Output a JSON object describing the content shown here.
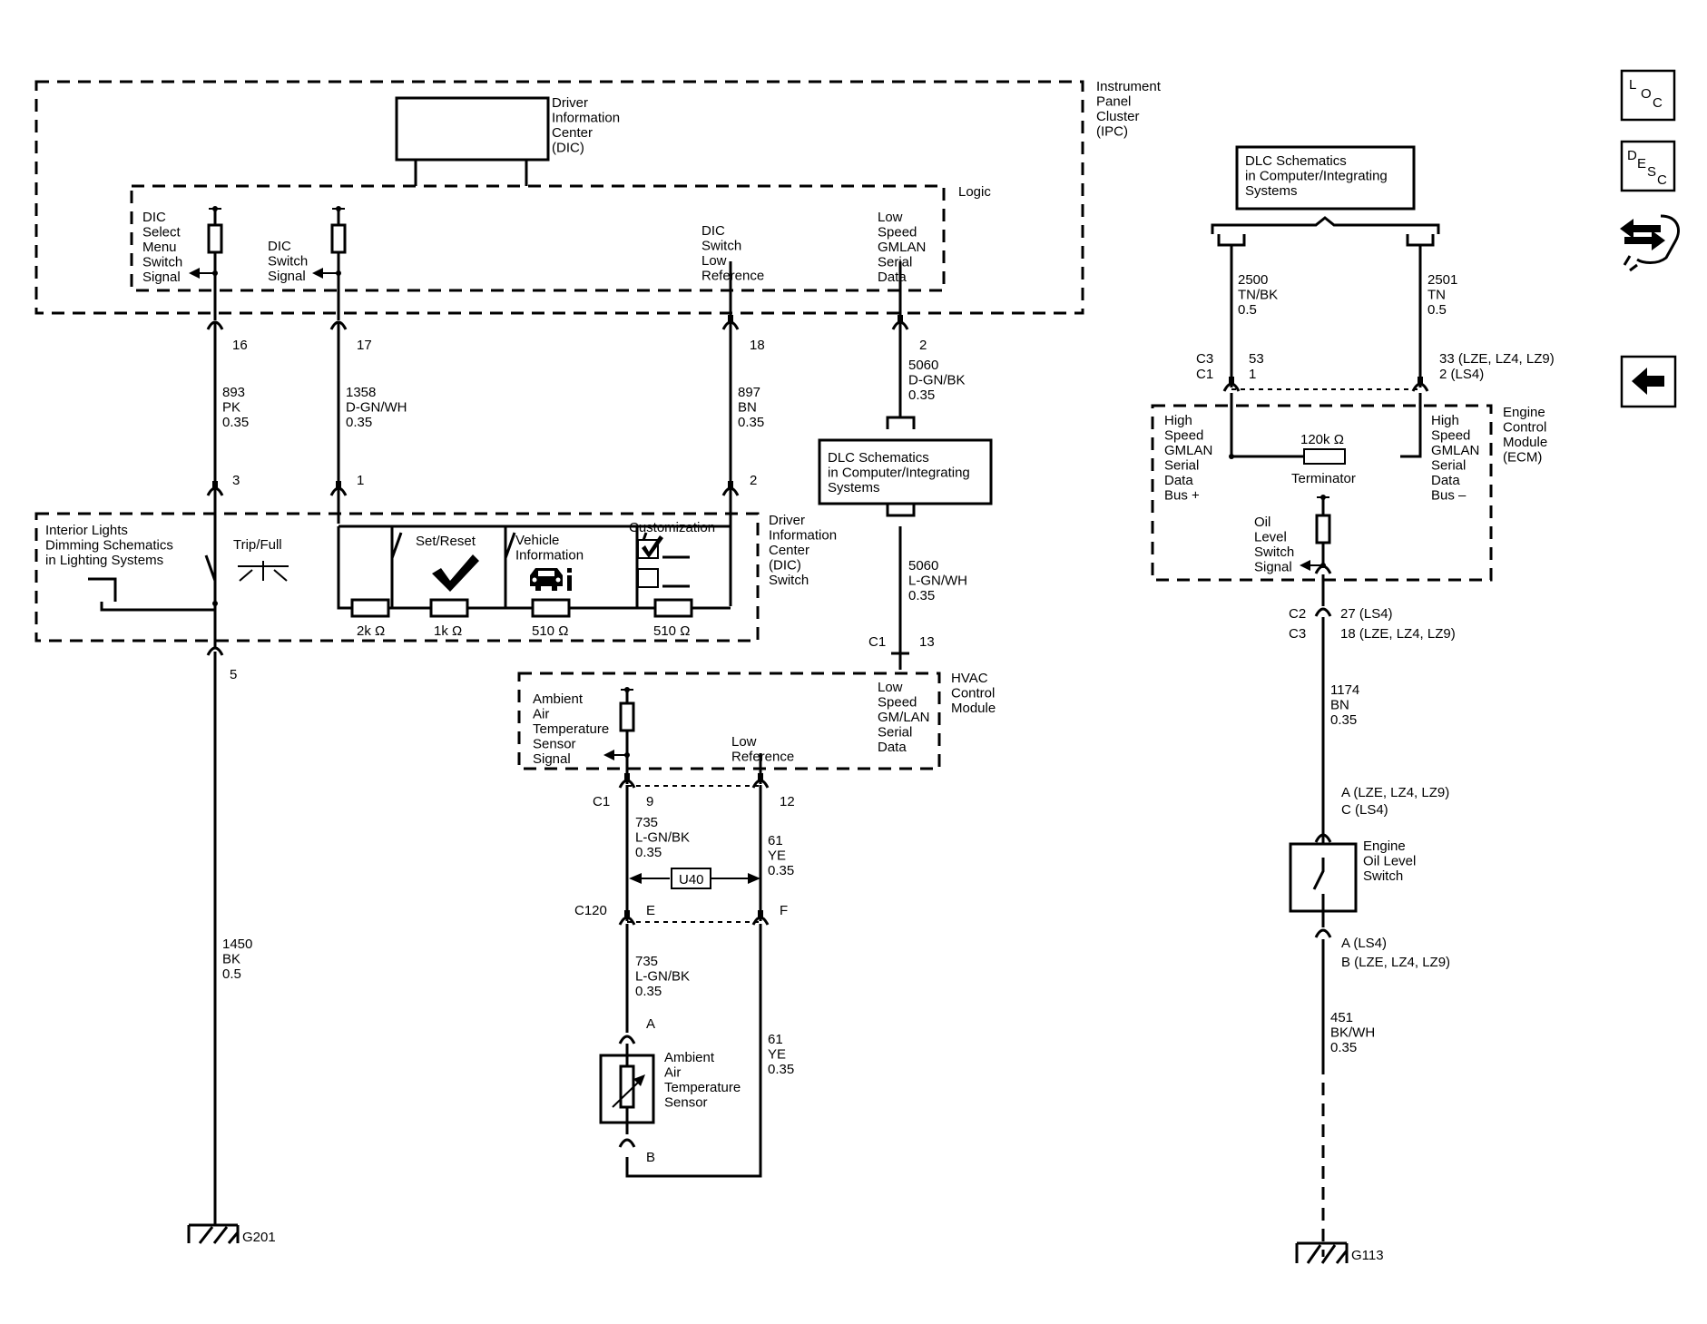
{
  "modules": {
    "ipc": [
      "Instrument",
      "Panel",
      "Cluster",
      "(IPC)"
    ],
    "dic": [
      "Driver",
      "Information",
      "Center",
      "(DIC)"
    ],
    "logic": "Logic",
    "dic_switch": [
      "Driver",
      "Information",
      "Center",
      "(DIC)",
      "Switch"
    ],
    "hvac": [
      "HVAC",
      "Control",
      "Module"
    ],
    "ecm": [
      "Engine",
      "Control",
      "Module",
      "(ECM)"
    ]
  },
  "signals": {
    "dic_select": [
      "DIC",
      "Select",
      "Menu",
      "Switch",
      "Signal"
    ],
    "dic_switch_signal": [
      "DIC",
      "Switch",
      "Signal"
    ],
    "dic_low_ref": [
      "DIC",
      "Switch",
      "Low",
      "Reference"
    ],
    "ipc_gmlan": [
      "Low",
      "Speed",
      "GMLAN",
      "Serial",
      "Data"
    ],
    "ambient_signal": [
      "Ambient",
      "Air",
      "Temperature",
      "Sensor",
      "Signal"
    ],
    "hvac_low_ref": [
      "Low",
      "Reference"
    ],
    "hvac_gmlan": [
      "Low",
      "Speed",
      "GM/LAN",
      "Serial",
      "Data"
    ],
    "hs_plus": [
      "High",
      "Speed",
      "GMLAN",
      "Serial",
      "Data",
      "Bus +"
    ],
    "hs_minus": [
      "High",
      "Speed",
      "GMLAN",
      "Serial",
      "Data",
      "Bus –"
    ],
    "oil_signal": [
      "Oil",
      "Level",
      "Switch",
      "Signal"
    ]
  },
  "references": {
    "dlc_center": [
      "DLC Schematics",
      "in Computer/Integrating",
      "Systems"
    ],
    "dlc_right": [
      "DLC Schematics",
      "in Computer/Integrating",
      "Systems"
    ],
    "interior": [
      "Interior Lights",
      "Dimming Schematics",
      "in Lighting Systems"
    ]
  },
  "dic_switch": {
    "trip_full": "Trip/Full",
    "set_reset": "Set/Reset",
    "vehicle_info": [
      "Vehicle",
      "Information"
    ],
    "customization": "Customization",
    "resistors": [
      "2k Ω",
      "1k Ω",
      "510 Ω",
      "510 Ω"
    ]
  },
  "terminator": {
    "value": "120k Ω",
    "label": "Terminator"
  },
  "pins": {
    "p16": "16",
    "p17": "17",
    "p18": "18",
    "p2": "2",
    "p3": "3",
    "p1": "1",
    "p2b": "2",
    "p5": "5",
    "c1_label": "C1",
    "p13": "13",
    "c1b_label": "C1",
    "p9": "9",
    "p12": "12",
    "c120": "C120",
    "pE": "E",
    "pF": "F",
    "pA": "A",
    "pB": "B",
    "ecm_c3": "C3",
    "ecm_c1": "C1",
    "p53": "53",
    "p1b": "1",
    "p33": "33 (LZE, LZ4, LZ9)",
    "p2ls4": "2 (LS4)",
    "c2": "C2",
    "c3": "C3",
    "p27": "27 (LS4)",
    "p18v": "18 (LZE, LZ4, LZ9)",
    "oa1": "A (LZE, LZ4, LZ9)",
    "oa2": "C (LS4)",
    "ob1": "A (LS4)",
    "ob2": "B (LZE, LZ4, LZ9)"
  },
  "wires": {
    "w893": [
      "893",
      "PK",
      "0.35"
    ],
    "w1358": [
      "1358",
      "D-GN/WH",
      "0.35"
    ],
    "w897": [
      "897",
      "BN",
      "0.35"
    ],
    "w5060a": [
      "5060",
      "D-GN/BK",
      "0.35"
    ],
    "w5060b": [
      "5060",
      "L-GN/WH",
      "0.35"
    ],
    "w1450": [
      "1450",
      "BK",
      "0.5"
    ],
    "w735a": [
      "735",
      "L-GN/BK",
      "0.35"
    ],
    "w61a": [
      "61",
      "YE",
      "0.35"
    ],
    "w735b": [
      "735",
      "L-GN/BK",
      "0.35"
    ],
    "w61b": [
      "61",
      "YE",
      "0.35"
    ],
    "w2500": [
      "2500",
      "TN/BK",
      "0.5"
    ],
    "w2501": [
      "2501",
      "TN",
      "0.5"
    ],
    "w1174": [
      "1174",
      "BN",
      "0.35"
    ],
    "w451": [
      "451",
      "BK/WH",
      "0.35"
    ]
  },
  "components": {
    "ambient_sensor": [
      "Ambient",
      "Air",
      "Temperature",
      "Sensor"
    ],
    "oil_switch": [
      "Engine",
      "Oil Level",
      "Switch"
    ]
  },
  "inline_connector": "U40",
  "grounds": {
    "g201": "G201",
    "g113": "G113"
  },
  "nav": {
    "loc": [
      "L",
      "O",
      "C"
    ],
    "desc": [
      "D",
      "E",
      "S",
      "C"
    ],
    "icons": [
      "connector-swap-icon",
      "back-arrow-icon"
    ]
  }
}
